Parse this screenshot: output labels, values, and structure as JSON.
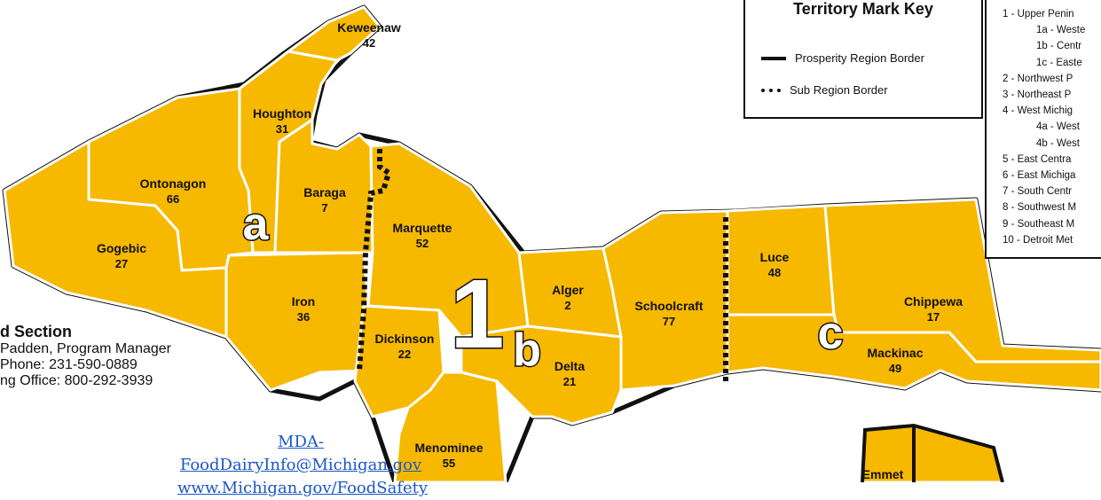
{
  "legend": {
    "title": "Territory Mark Key",
    "items": [
      {
        "label": "Prosperity Region Border",
        "style": "solid"
      },
      {
        "label": "Sub Region Border",
        "style": "dashed"
      }
    ]
  },
  "regions": [
    {
      "text": "1 - Upper Penin",
      "sub": false
    },
    {
      "text": "1a - Weste",
      "sub": true
    },
    {
      "text": "1b - Centr",
      "sub": true
    },
    {
      "text": "1c - Easte",
      "sub": true
    },
    {
      "text": "2 - Northwest P",
      "sub": false
    },
    {
      "text": "3 - Northeast P",
      "sub": false
    },
    {
      "text": "4 - West Michig",
      "sub": false
    },
    {
      "text": "4a - West",
      "sub": true
    },
    {
      "text": "4b - West",
      "sub": true
    },
    {
      "text": "5 - East Centra",
      "sub": false
    },
    {
      "text": "6 - East Michiga",
      "sub": false
    },
    {
      "text": "7 - South Centr",
      "sub": false
    },
    {
      "text": "8 - Southwest M",
      "sub": false
    },
    {
      "text": "9 - Southeast M",
      "sub": false
    },
    {
      "text": "10 - Detroit Met",
      "sub": false
    }
  ],
  "counties": [
    {
      "name": "Keweenaw",
      "number": "42"
    },
    {
      "name": "Houghton",
      "number": "31"
    },
    {
      "name": "Ontonagon",
      "number": "66"
    },
    {
      "name": "Baraga",
      "number": "7"
    },
    {
      "name": "Gogebic",
      "number": "27"
    },
    {
      "name": "Marquette",
      "number": "52"
    },
    {
      "name": "Iron",
      "number": "36"
    },
    {
      "name": "Dickinson",
      "number": "22"
    },
    {
      "name": "Alger",
      "number": "2"
    },
    {
      "name": "Schoolcraft",
      "number": "77"
    },
    {
      "name": "Delta",
      "number": "21"
    },
    {
      "name": "Luce",
      "number": "48"
    },
    {
      "name": "Chippewa",
      "number": "17"
    },
    {
      "name": "Mackinac",
      "number": "49"
    },
    {
      "name": "Menominee",
      "number": "55"
    },
    {
      "name": "Emmet",
      "number": ""
    }
  ],
  "territory_marks": {
    "region": "1",
    "sub_a": "a",
    "sub_b": "b",
    "sub_c": "c"
  },
  "contact": {
    "title": "d Section",
    "line1": "Padden, Program Manager",
    "line2": "Phone: 231-590-0889",
    "line3": "ng Office: 800-292-3939"
  },
  "links": {
    "email": "MDA-FoodDairyInfo@Michigan.gov",
    "web": "www.Michigan.gov/FoodSafety"
  },
  "colors": {
    "county_fill": "#F7B800",
    "link": "#1a56c8"
  }
}
